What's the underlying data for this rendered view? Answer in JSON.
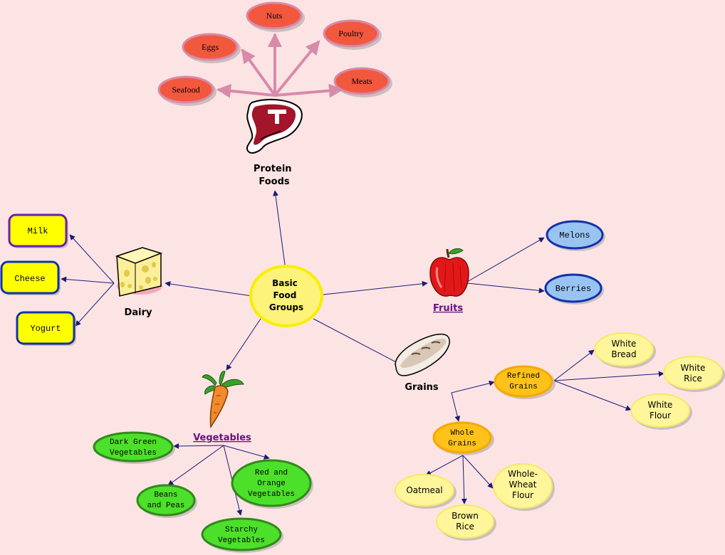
{
  "center": {
    "lines": [
      "Basic",
      "Food",
      "Groups"
    ]
  },
  "categories": {
    "protein": {
      "lines": [
        "Protein",
        "Foods"
      ]
    },
    "dairy": {
      "lines": [
        "Dairy"
      ]
    },
    "fruits": {
      "lines": [
        "Fruits"
      ]
    },
    "grains": {
      "lines": [
        "Grains"
      ]
    },
    "vegetables": {
      "lines": [
        "Vegetables"
      ]
    }
  },
  "protein_items": {
    "nuts": {
      "lines": [
        "Nuts"
      ]
    },
    "poultry": {
      "lines": [
        "Poultry"
      ]
    },
    "eggs": {
      "lines": [
        "Eggs"
      ]
    },
    "meats": {
      "lines": [
        "Meats"
      ]
    },
    "seafood": {
      "lines": [
        "Seafood"
      ]
    }
  },
  "dairy_items": {
    "milk": {
      "lines": [
        "Milk"
      ]
    },
    "cheese": {
      "lines": [
        "Cheese"
      ]
    },
    "yogurt": {
      "lines": [
        "Yogurt"
      ]
    }
  },
  "fruit_items": {
    "melons": {
      "lines": [
        "Melons"
      ]
    },
    "berries": {
      "lines": [
        "Berries"
      ]
    }
  },
  "grain_items": {
    "refined": {
      "lines": [
        "Refined",
        "Grains"
      ]
    },
    "whole": {
      "lines": [
        "Whole",
        "Grains"
      ]
    },
    "white_bread": {
      "lines": [
        "White",
        "Bread"
      ]
    },
    "white_rice": {
      "lines": [
        "White",
        "Rice"
      ]
    },
    "white_flour": {
      "lines": [
        "White",
        "Flour"
      ]
    },
    "oatmeal": {
      "lines": [
        "Oatmeal"
      ]
    },
    "brown_rice": {
      "lines": [
        "Brown",
        "Rice"
      ]
    },
    "whole_wheat": {
      "lines": [
        "Whole-",
        "Wheat",
        "Flour"
      ]
    }
  },
  "vegetable_items": {
    "dark_green": {
      "lines": [
        "Dark Green",
        "Vegetables"
      ]
    },
    "red_orange": {
      "lines": [
        "Red and",
        "Orange",
        "Vegetables"
      ]
    },
    "beans": {
      "lines": [
        "Beans",
        "and Peas"
      ]
    },
    "starchy": {
      "lines": [
        "Starchy",
        "Vegetables"
      ]
    }
  },
  "colors": {
    "background": "#fde4e4",
    "navy_arrow": "#1a1a78",
    "pink_arrow": "#d88aaa",
    "protein_fill": "#f2583e",
    "dairy_fill": "#ffff00",
    "dairy_border": "#6a1fb0",
    "fruit_fill": "#99c4f2",
    "fruit_border": "#1133aa",
    "grain_fill": "#fff59a",
    "grain_mid_fill": "#ffc21a",
    "veg_fill": "#4de02a",
    "veg_border": "#2f8a1a",
    "link": "#6a1080"
  }
}
